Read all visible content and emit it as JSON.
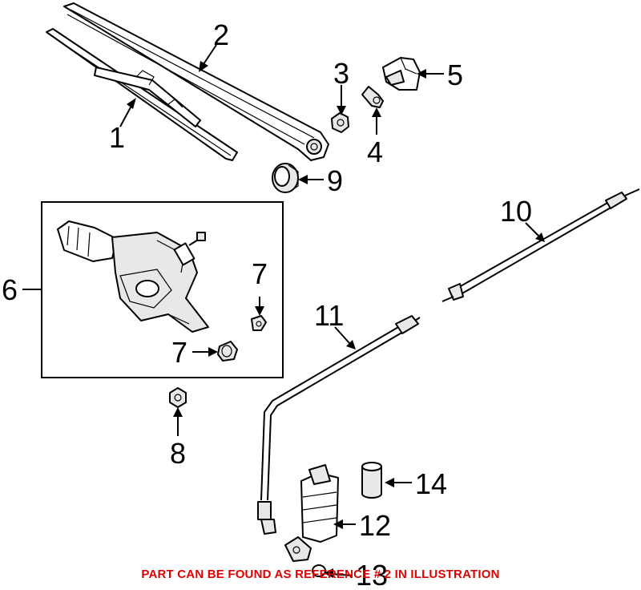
{
  "diagram": {
    "callouts": [
      {
        "id": "1",
        "text": "1"
      },
      {
        "id": "2",
        "text": "2"
      },
      {
        "id": "3",
        "text": "3"
      },
      {
        "id": "4",
        "text": "4"
      },
      {
        "id": "5",
        "text": "5"
      },
      {
        "id": "6",
        "text": "6"
      },
      {
        "id": "7a",
        "text": "7"
      },
      {
        "id": "7b",
        "text": "7"
      },
      {
        "id": "8",
        "text": "8"
      },
      {
        "id": "9",
        "text": "9"
      },
      {
        "id": "10",
        "text": "10"
      },
      {
        "id": "11",
        "text": "11"
      },
      {
        "id": "12",
        "text": "12"
      },
      {
        "id": "13",
        "text": "13"
      },
      {
        "id": "14",
        "text": "14"
      }
    ],
    "note": "PART CAN BE FOUND AS REFERENCE # 2 IN ILLUSTRATION",
    "note_color": "#e00000"
  }
}
